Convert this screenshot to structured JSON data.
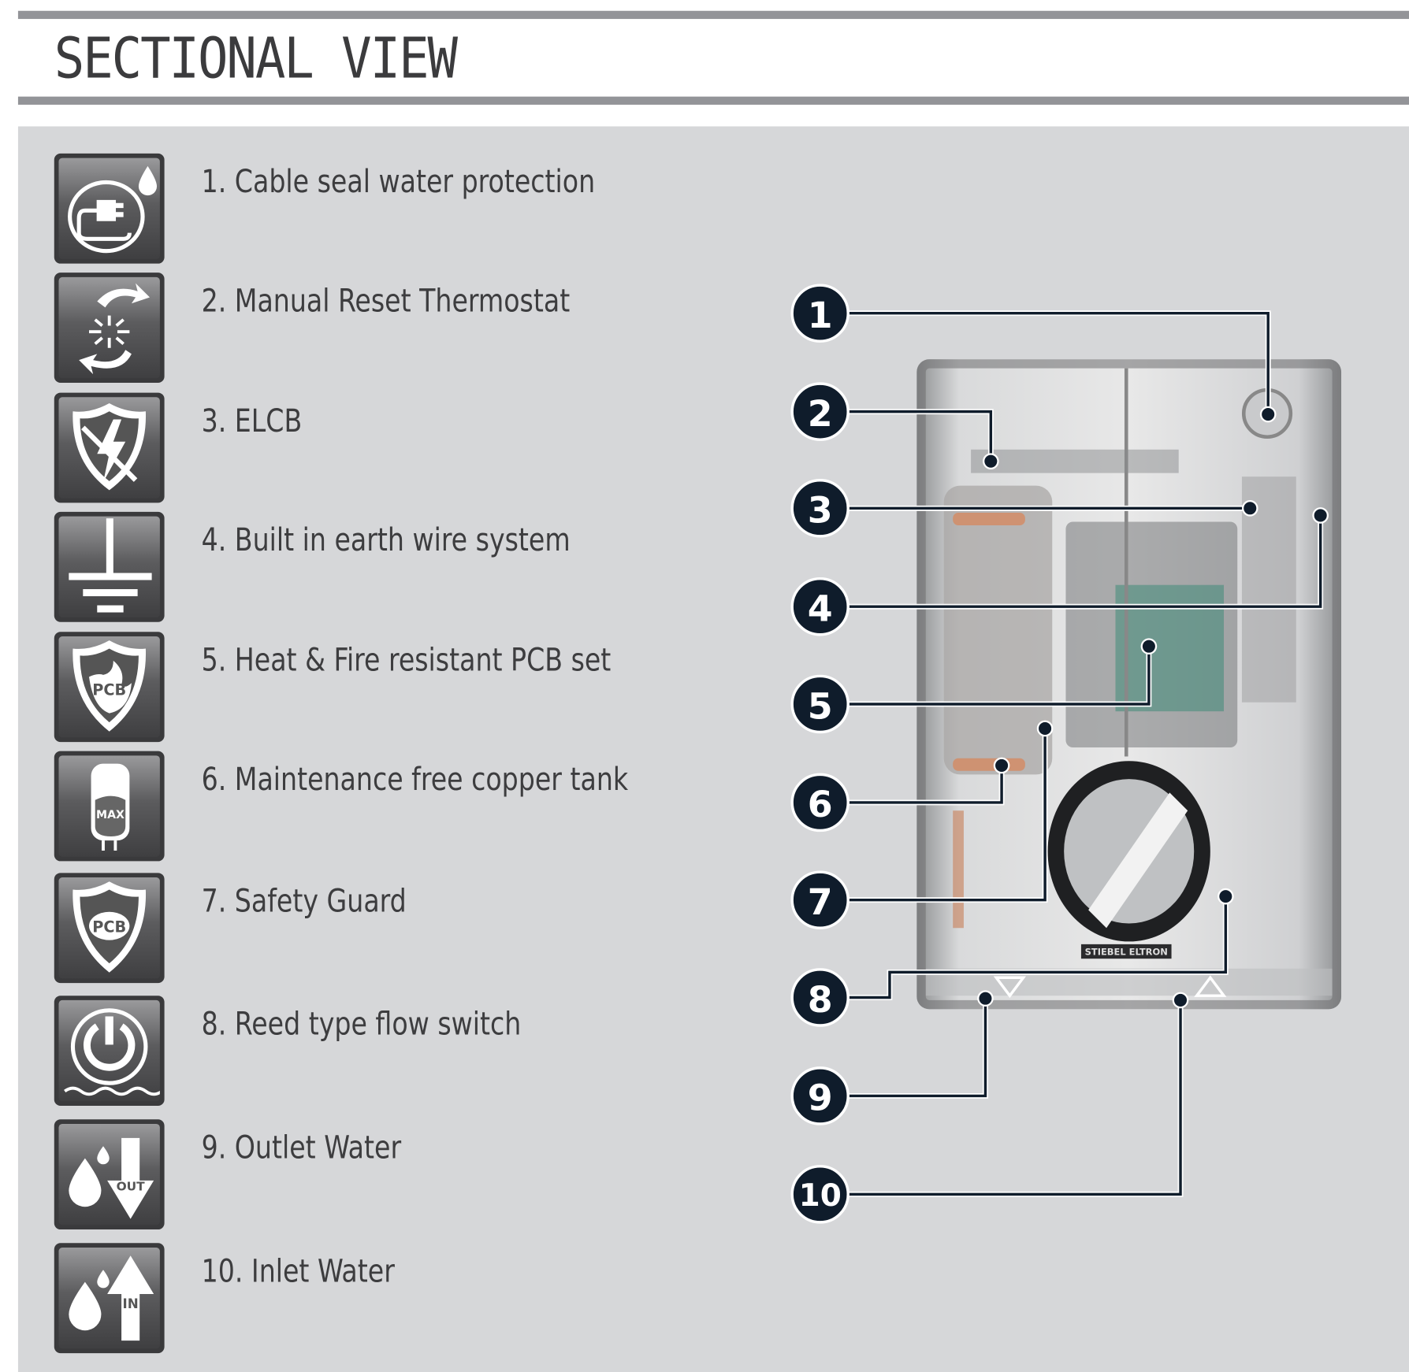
{
  "header": {
    "title": "SECTIONAL VIEW"
  },
  "features": [
    {
      "number": "1",
      "label": "1. Cable seal water protection",
      "icon": "cable-seal-icon"
    },
    {
      "number": "2",
      "label": "2. Manual Reset Thermostat",
      "icon": "reset-thermostat-icon"
    },
    {
      "number": "3",
      "label": "3. ELCB",
      "icon": "elcb-shield-icon"
    },
    {
      "number": "4",
      "label": "4. Built in earth wire system",
      "icon": "earth-ground-icon"
    },
    {
      "number": "5",
      "label": "5. Heat & Fire resistant PCB set",
      "icon": "fire-resistant-pcb-icon",
      "badge": "PCB"
    },
    {
      "number": "6",
      "label": "6. Maintenance free copper tank",
      "icon": "copper-tank-icon",
      "badge": "MAX"
    },
    {
      "number": "7",
      "label": "7. Safety Guard",
      "icon": "safety-guard-pcb-icon",
      "badge": "PCB"
    },
    {
      "number": "8",
      "label": "8. Reed type flow switch",
      "icon": "flow-switch-icon"
    },
    {
      "number": "9",
      "label": "9. Outlet Water",
      "icon": "outlet-water-icon",
      "badge": "OUT"
    },
    {
      "number": "10",
      "label": "10. Inlet Water",
      "icon": "inlet-water-icon",
      "badge": "IN"
    }
  ],
  "device": {
    "brand": "STIEBEL ELTRON"
  },
  "colors": {
    "callout": "#0f1c2b",
    "panel": "#d6d7d9",
    "bar": "#939498"
  }
}
